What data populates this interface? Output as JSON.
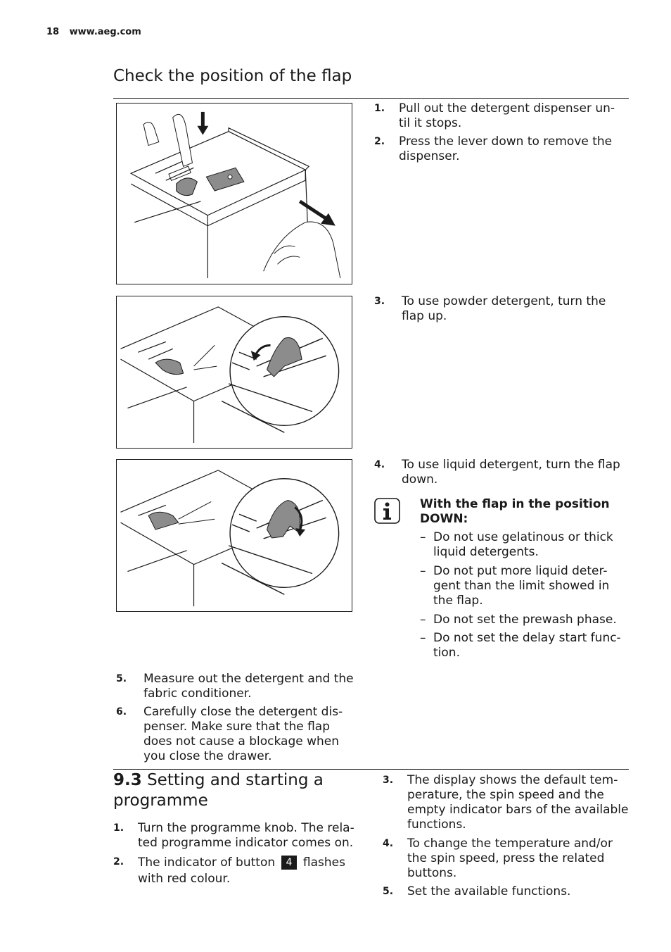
{
  "header": {
    "page_number": "18",
    "site": "www.aeg.com"
  },
  "section_flap": {
    "title": "Check the position of the flap",
    "steps": [
      {
        "num": "1.",
        "text": "Pull out the detergent dispenser un-til it stops."
      },
      {
        "num": "2.",
        "text": "Press the lever down to remove the dispenser."
      },
      {
        "num": "3.",
        "text": "To use powder detergent, turn the flap up."
      },
      {
        "num": "4.",
        "text": "To use liquid detergent, turn the flap down."
      },
      {
        "num": "5.",
        "text": "Measure out the detergent and the fabric conditioner."
      },
      {
        "num": "6.",
        "text": "Carefully close the detergent dis-penser. Make sure that the flap does not cause a blockage when you close the drawer."
      }
    ],
    "note": {
      "icon": "info-icon",
      "title": "With the flap in the position DOWN:",
      "bullets": [
        "Do not use gelatinous or thick liquid detergents.",
        "Do not put more liquid deter-gent than the limit showed in the flap.",
        "Do not set the prewash phase.",
        "Do not set the delay start func-tion."
      ],
      "dash": "–"
    }
  },
  "section_programme": {
    "number": "9.3",
    "title": "Setting and starting a programme",
    "steps": [
      {
        "num": "1.",
        "text": "Turn the programme knob. The rela-ted programme indicator comes on."
      },
      {
        "num": "2.",
        "text_before": "The indicator of button",
        "button_label": "4",
        "text_after": "flashes with red colour."
      },
      {
        "num": "3.",
        "text": "The display shows the default tem-perature, the spin speed and the empty indicator bars of the available functions."
      },
      {
        "num": "4.",
        "text": "To change the temperature and/or the spin speed, press the related buttons."
      },
      {
        "num": "5.",
        "text": "Set the available functions."
      }
    ]
  }
}
